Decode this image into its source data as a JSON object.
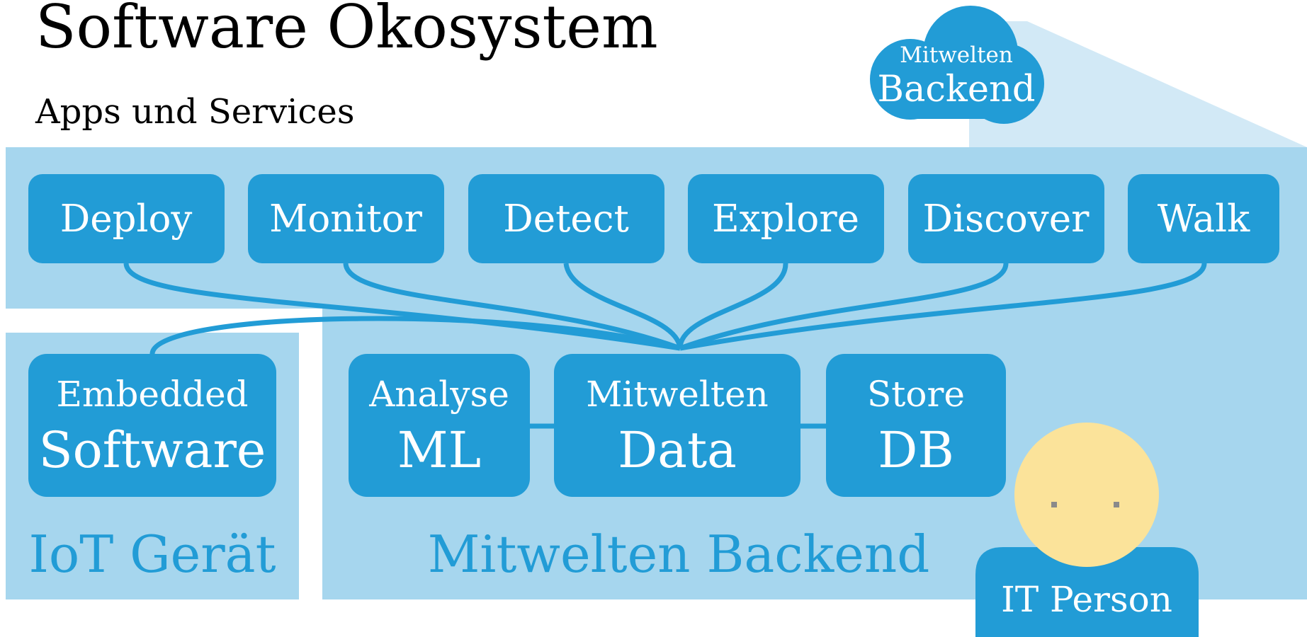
{
  "title": "Software Okosystem",
  "subtitle": "Apps und Services",
  "colors": {
    "light_panel": "#a6d6ee",
    "cloud_beam": "#d2e9f6",
    "box_fill": "#229cd6",
    "connector": "#229cd6",
    "region_label": "#229cd6",
    "person_head": "#fbe39a",
    "person_eyes": "#8a8a8a",
    "box_text": "#ffffff"
  },
  "cloud": {
    "small_label": "Mitwelten",
    "big_label": "Backend"
  },
  "apps": [
    {
      "label": "Deploy"
    },
    {
      "label": "Monitor"
    },
    {
      "label": "Detect"
    },
    {
      "label": "Explore"
    },
    {
      "label": "Discover"
    },
    {
      "label": "Walk"
    }
  ],
  "embedded_box": {
    "small_label": "Embedded",
    "big_label": "Software"
  },
  "backend_boxes": [
    {
      "small_label": "Analyse",
      "big_label": "ML"
    },
    {
      "small_label": "Mitwelten",
      "big_label": "Data"
    },
    {
      "small_label": "Store",
      "big_label": "DB"
    }
  ],
  "region_labels": {
    "iot": "IoT Gerät",
    "backend": "Mitwelten Backend"
  },
  "person": {
    "label": "IT Person"
  }
}
